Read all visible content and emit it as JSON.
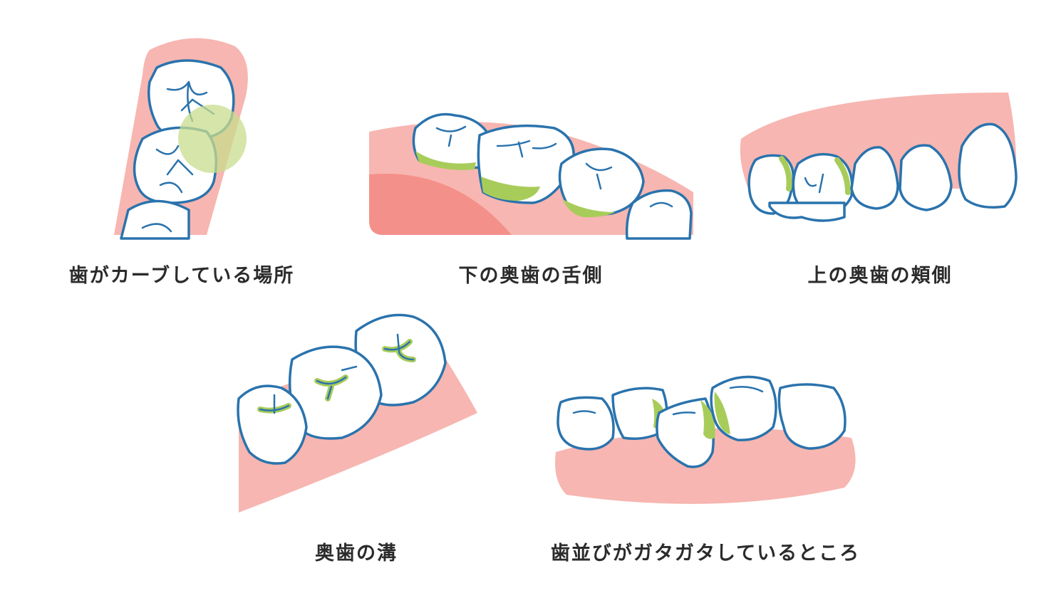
{
  "colors": {
    "gum": "#f7b6b1",
    "gum_shadow": "#f4908a",
    "tooth_outline": "#2a73ad",
    "plaque": "#a8cc5a",
    "caption_text": "#2b2b2b"
  },
  "panels": [
    {
      "id": "curve",
      "caption": "歯がカーブしている場所"
    },
    {
      "id": "lower-lingual",
      "caption": "下の奥歯の舌側"
    },
    {
      "id": "upper-buccal",
      "caption": "上の奥歯の頬側"
    },
    {
      "id": "molar-grooves",
      "caption": "奥歯の溝"
    },
    {
      "id": "crooked",
      "caption": "歯並びがガタガタしているところ"
    }
  ]
}
